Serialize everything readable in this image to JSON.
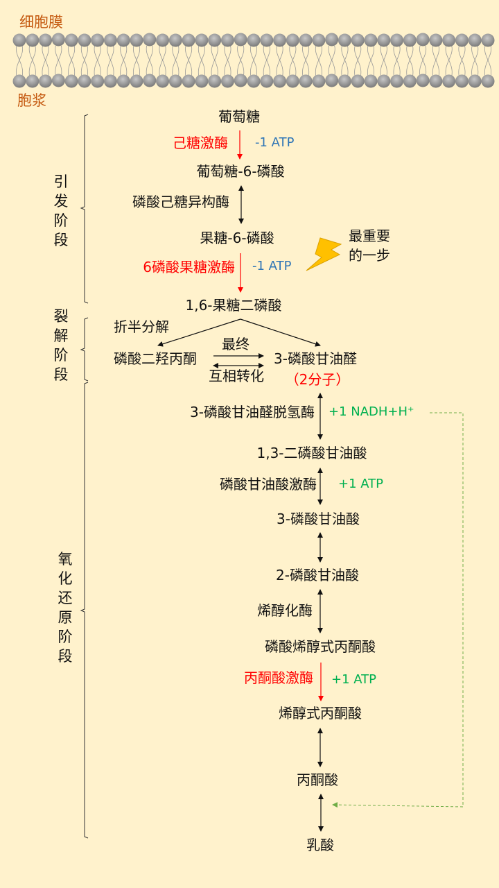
{
  "labels": {
    "membrane": "细胞膜",
    "cytoplasm": "胞浆"
  },
  "stages": [
    "引发阶段",
    "裂解阶段",
    "氧化还原阶段"
  ],
  "metabolites": {
    "glucose": "葡萄糖",
    "g6p": "葡萄糖-6-磷酸",
    "f6p": "果糖-6-磷酸",
    "f16bp": "1,6-果糖二磷酸",
    "dhap": "磷酸二羟丙酮",
    "g3p": "3-磷酸甘油醛",
    "bpg13": "1,3-二磷酸甘油酸",
    "pg3": "3-磷酸甘油酸",
    "pg2": "2-磷酸甘油酸",
    "pep": "磷酸烯醇式丙酮酸",
    "enolpyruvate": "烯醇式丙酮酸",
    "pyruvate": "丙酮酸",
    "lactate": "乳酸"
  },
  "enzymes": {
    "hexokinase": "己糖激酶",
    "isomerase": "磷酸己糖异构酶",
    "pfk": "6磷酸果糖激酶",
    "gapdh": "3-磷酸甘油醛脱氢酶",
    "pgk": "磷酸甘油酸激酶",
    "enolase": "烯醇化酶",
    "pk": "丙酮酸激酶"
  },
  "energy": {
    "atp1": "-1 ATP",
    "atp2": "-1 ATP",
    "nadh": "+1 NADH+H⁺",
    "atp3": "+1 ATP",
    "atp4": "+1 ATP"
  },
  "notes": {
    "split": "折半分解",
    "final": "最终",
    "interconvert": "互相转化",
    "two_molecules": "（2分子）",
    "key_step_1": "最重要",
    "key_step_2": "的一步"
  },
  "colors": {
    "background": "#fff2cc",
    "regulated": "#ff0000",
    "consume": "#2e75b6",
    "produce": "#00b050",
    "label": "#c55a11"
  }
}
